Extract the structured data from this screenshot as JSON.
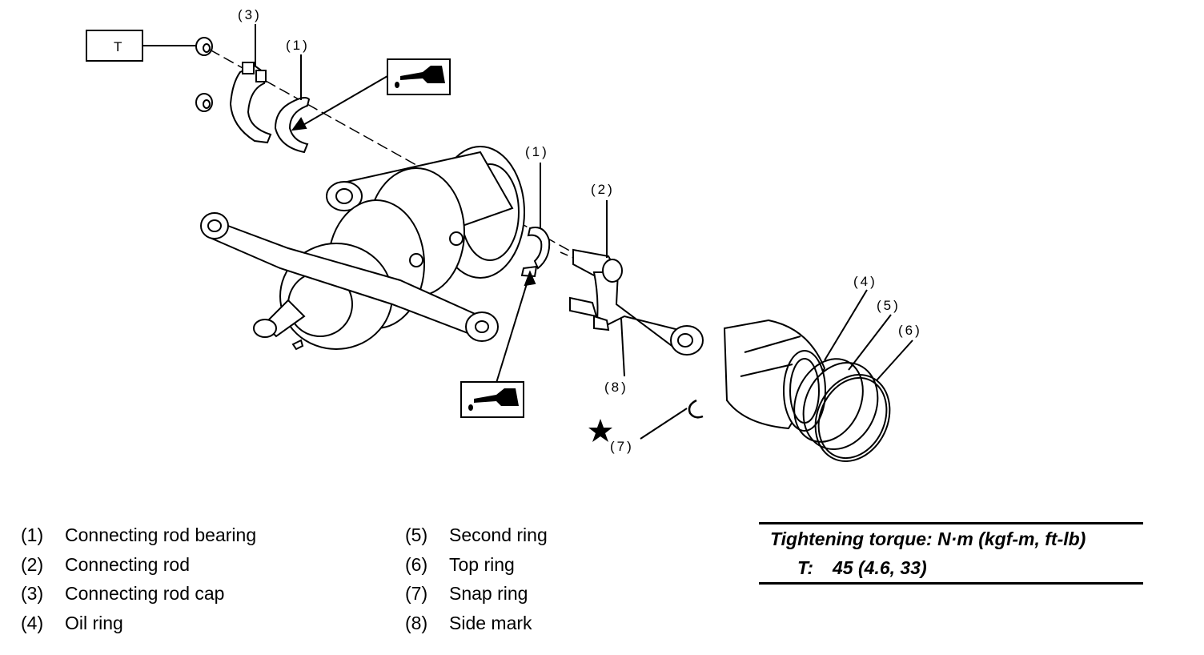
{
  "callouts": {
    "c1a": "(1)",
    "c1b": "(1)",
    "c2": "(2)",
    "c3": "(3)",
    "c4": "(4)",
    "c5": "(5)",
    "c6": "(6)",
    "c7": "(7)",
    "c8": "(8)",
    "torque_box": "T"
  },
  "legend": {
    "left": [
      {
        "num": "(1)",
        "text": "Connecting rod bearing"
      },
      {
        "num": "(2)",
        "text": "Connecting rod"
      },
      {
        "num": "(3)",
        "text": "Connecting rod cap"
      },
      {
        "num": "(4)",
        "text": "Oil ring"
      }
    ],
    "right": [
      {
        "num": "(5)",
        "text": "Second ring"
      },
      {
        "num": "(6)",
        "text": "Top ring"
      },
      {
        "num": "(7)",
        "text": "Snap ring"
      },
      {
        "num": "(8)",
        "text": "Side mark"
      }
    ]
  },
  "torque": {
    "title": "Tightening torque: N·m (kgf-m, ft-lb)",
    "symbol": "T:",
    "value": "45 (4.6, 33)"
  },
  "icons": [
    "oil-can-icon",
    "star-icon"
  ]
}
